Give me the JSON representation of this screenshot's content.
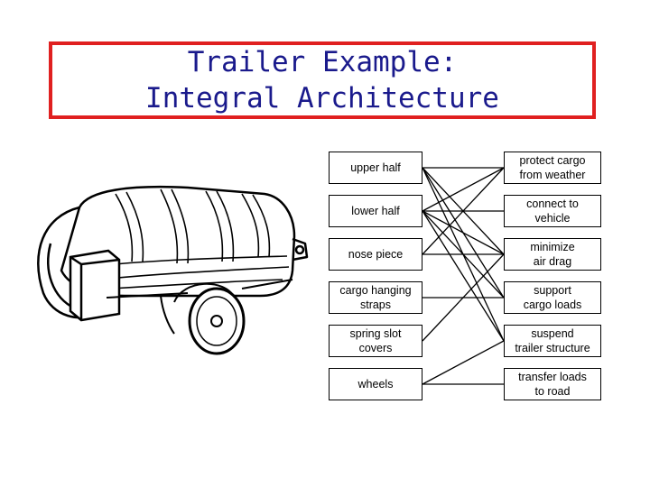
{
  "title": {
    "line1": "Trailer Example:",
    "line2": "Integral Architecture"
  },
  "components": [
    {
      "id": "c1",
      "label": "upper half"
    },
    {
      "id": "c2",
      "label": "lower half"
    },
    {
      "id": "c3",
      "label": "nose piece"
    },
    {
      "id": "c4",
      "label": "cargo hanging\nstraps"
    },
    {
      "id": "c5",
      "label": "spring slot\ncovers"
    },
    {
      "id": "c6",
      "label": "wheels"
    }
  ],
  "functions": [
    {
      "id": "f1",
      "label": "protect cargo\nfrom weather"
    },
    {
      "id": "f2",
      "label": "connect to\nvehicle"
    },
    {
      "id": "f3",
      "label": "minimize\nair drag"
    },
    {
      "id": "f4",
      "label": "support\ncargo loads"
    },
    {
      "id": "f5",
      "label": "suspend\ntrailer structure"
    },
    {
      "id": "f6",
      "label": "transfer loads\nto road"
    }
  ],
  "mappings": [
    [
      0,
      0
    ],
    [
      0,
      2
    ],
    [
      0,
      3
    ],
    [
      0,
      4
    ],
    [
      1,
      0
    ],
    [
      1,
      1
    ],
    [
      1,
      2
    ],
    [
      1,
      3
    ],
    [
      1,
      4
    ],
    [
      2,
      0
    ],
    [
      2,
      2
    ],
    [
      3,
      3
    ],
    [
      4,
      2
    ],
    [
      5,
      4
    ],
    [
      5,
      5
    ]
  ],
  "colors": {
    "title_border": "#e02020",
    "title_text": "#1a1a8c",
    "lines": "#000000"
  }
}
